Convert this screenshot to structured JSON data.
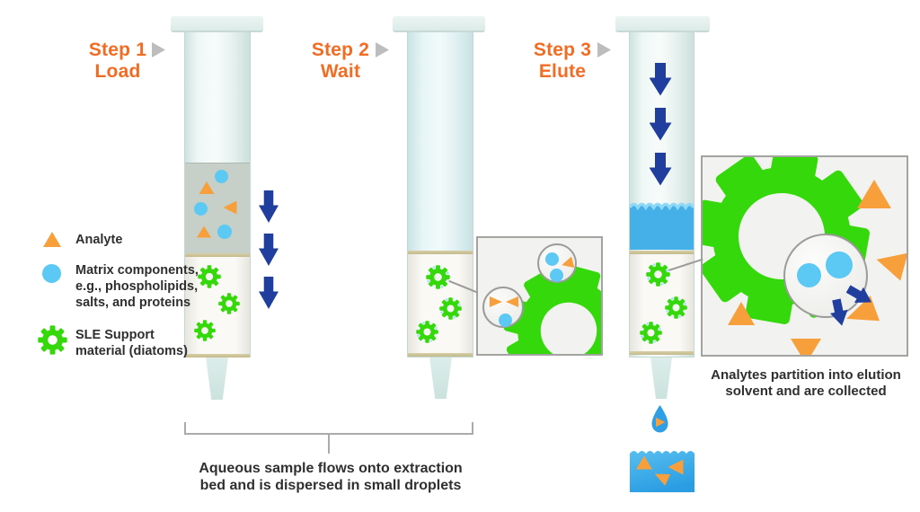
{
  "steps": [
    {
      "title": "Step 1",
      "subtitle": "Load"
    },
    {
      "title": "Step 2",
      "subtitle": "Wait"
    },
    {
      "title": "Step 3",
      "subtitle": "Elute"
    }
  ],
  "legend": {
    "items": [
      {
        "icon": "analyte-triangle-icon",
        "label": "Analyte"
      },
      {
        "icon": "matrix-circle-icon",
        "label": "Matrix components,\ne.g., phospholipids,\nsalts, and proteins"
      },
      {
        "icon": "sle-gear-icon",
        "label": "SLE Support\nmaterial (diatoms)"
      }
    ]
  },
  "captions": {
    "load_wait": "Aqueous sample flows onto extraction\nbed and is dispersed in small droplets",
    "elute": "Analytes partition into elution\nsolvent and are collected"
  },
  "icons": {
    "analyte": "orange-triangle",
    "matrix": "blue-circle",
    "sle_support": "green-gear",
    "flow": "navy-down-arrow",
    "step_pointer": "gray-play-triangle"
  },
  "colors": {
    "step-orange": "#F26C23",
    "analyte-orange": "#F7A03B",
    "gear-green": "#35D80A",
    "navy": "#1F3E9E",
    "matrix-blue": "#5BC9F4",
    "liquid-blue": "#45B0E8",
    "liquid-crest": "#8FD8F6",
    "vessel-top": "#58BEEF",
    "vessel-bottom": "#2B9EE3",
    "droplet-blue": "#2E9EE5",
    "sample-gray": "#C6CFC8",
    "frit-tan": "#CBC094",
    "inset-bg": "#F2F2F0",
    "inset-border": "#A3A3A2",
    "bubble-border": "#9B9B9A",
    "play-gray": "#BDBDBD",
    "bracket-gray": "#ABABAB",
    "text-dark": "#2F2F2F",
    "connector-gray": "#9B9B9A",
    "speck-blue": "#A9E3F7"
  }
}
